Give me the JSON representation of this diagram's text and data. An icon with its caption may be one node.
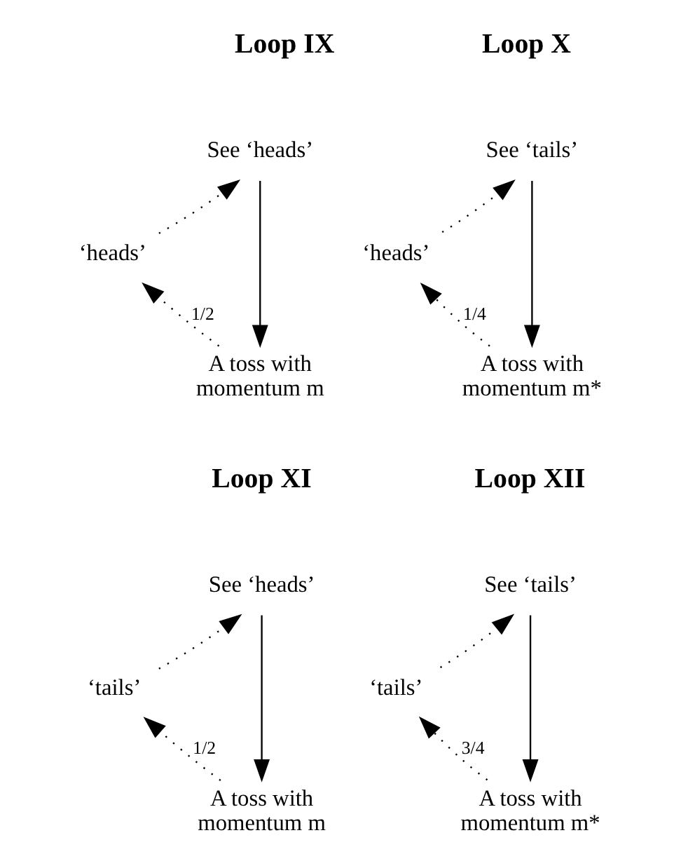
{
  "diagram": {
    "nodes": [
      {
        "text": [
          "See ‘heads’"
        ]
      },
      {
        "text": [
          "‘heads’"
        ]
      },
      {
        "text": [
          "A toss with momentum m"
        ]
      },
      {
        "text": [
          "See ‘tails’"
        ]
      },
      {
        "text": [
          "‘heads’"
        ]
      },
      {
        "text": [
          "A toss with momentum m*"
        ]
      },
      {
        "text": [
          "See ‘heads’"
        ]
      },
      {
        "text": [
          "‘tails’"
        ]
      },
      {
        "text": [
          "A toss with momentum m"
        ]
      },
      {
        "text": [
          "See ‘tails’"
        ]
      },
      {
        "text": [
          "‘tails’"
        ]
      },
      {
        "text": [
          "A toss with momentum m*"
        ]
      }
    ],
    "edges": [
      {
        "from": 0,
        "to": 2,
        "arrow": "to"
      },
      {
        "from": 2,
        "to": 1,
        "arrow": "to",
        "style": "dashed",
        "label": "1/2"
      },
      {
        "from": 1,
        "to": 0,
        "arrow": "to",
        "style": "dashed"
      },
      {
        "from": 3,
        "to": 5,
        "arrow": "to"
      },
      {
        "from": 5,
        "to": 4,
        "arrow": "to",
        "style": "dashed",
        "label": "1/4"
      },
      {
        "from": 4,
        "to": 3,
        "arrow": "to",
        "style": "dashed"
      },
      {
        "from": 6,
        "to": 8,
        "arrow": "to"
      },
      {
        "from": 8,
        "to": 7,
        "arrow": "to",
        "style": "dashed",
        "label": "1/2"
      },
      {
        "from": 7,
        "to": 6,
        "arrow": "to",
        "style": "dashed"
      },
      {
        "from": 9,
        "to": 11,
        "arrow": "to"
      },
      {
        "from": 11,
        "to": 10,
        "arrow": "to",
        "style": "dashed",
        "label": "3/4"
      },
      {
        "from": 10,
        "to": 9,
        "arrow": "to",
        "style": "dashed"
      }
    ],
    "labels": [
      "Loop IX",
      "Loop X",
      "Loop XI",
      "Loop XII"
    ]
  }
}
